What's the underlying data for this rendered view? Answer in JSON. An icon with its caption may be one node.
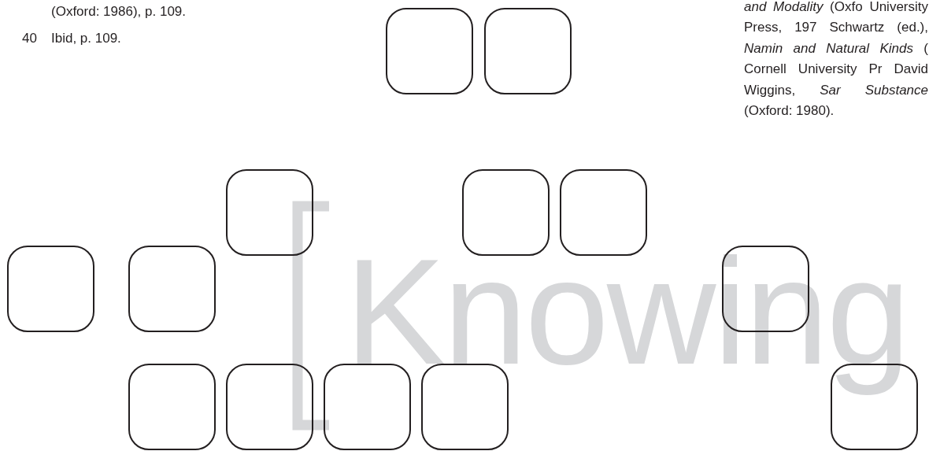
{
  "diagram": {
    "nodes": [
      {
        "text": [],
        "shape": "box"
      },
      {
        "text": [],
        "shape": "box"
      },
      {
        "text": [],
        "shape": "box"
      },
      {
        "text": [],
        "shape": "box"
      },
      {
        "text": [],
        "shape": "box"
      },
      {
        "text": [],
        "shape": "box"
      },
      {
        "text": [],
        "shape": "box"
      },
      {
        "text": [],
        "shape": "box"
      },
      {
        "text": [],
        "shape": "box"
      },
      {
        "text": [],
        "shape": "box"
      },
      {
        "text": [],
        "shape": "box"
      },
      {
        "text": [],
        "shape": "box"
      },
      {
        "text": [],
        "shape": "box"
      }
    ],
    "labels": [
      "(Oxford: 1986), p. 109.",
      "40",
      "Ibid, p. 109.",
      "*and Modality* (Oxfo University Press, 197 Schwartz (ed.), *Namin* *and Natural Kinds* ( Cornell University Pr David Wiggins, *Sar* *Substance* (Oxford: 1980).",
      "Knowing"
    ]
  }
}
